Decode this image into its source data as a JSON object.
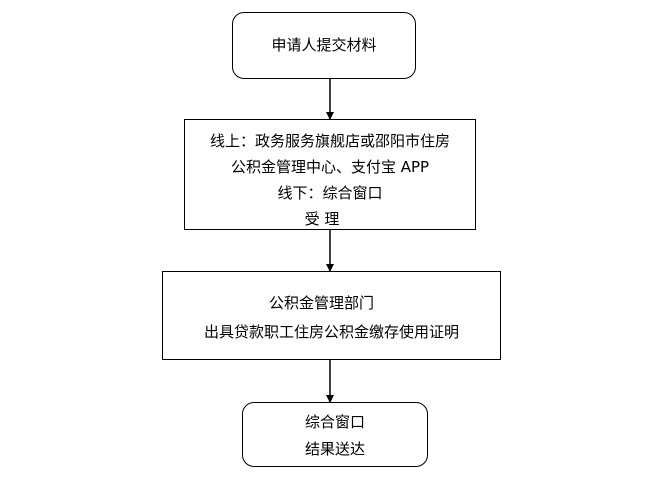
{
  "nodes": {
    "start": {
      "lines": [
        "申请人提交材料"
      ]
    },
    "accept": {
      "lines": [
        "线上：政务服务旗舰店或邵阳市住房",
        "公积金管理中心、支付宝 APP",
        "线下：综合窗口",
        "受 理"
      ]
    },
    "issue": {
      "lines": [
        "公积金管理部门",
        "出具贷款职工住房公积金缴存使用证明"
      ]
    },
    "end": {
      "lines": [
        "综合窗口",
        "结果送达"
      ]
    }
  },
  "edges": [
    {
      "from": "start",
      "to": "accept"
    },
    {
      "from": "accept",
      "to": "issue"
    },
    {
      "from": "issue",
      "to": "end"
    }
  ]
}
